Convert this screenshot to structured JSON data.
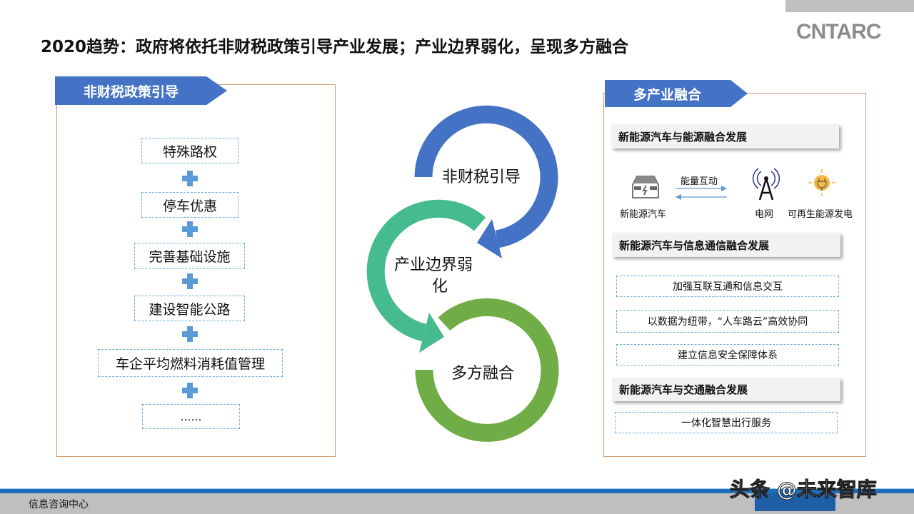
{
  "title": "2020趋势：政府将依托非财税政策引导产业发展；产业边界弱化，呈现多方融合",
  "logo": "CNTARC",
  "left": {
    "banner": "非财税政策引导",
    "items": [
      "特殊路权",
      "停车优惠",
      "完善基础设施",
      "建设智能公路",
      "车企平均燃料消耗值管理",
      "……"
    ]
  },
  "cycle": {
    "steps": [
      "非财税引导",
      "产业边界弱",
      "化",
      "多方融合"
    ],
    "colors": {
      "blue": "#4472c4",
      "teal": "#45bb8e",
      "green": "#70ad47"
    }
  },
  "right": {
    "banner": "多产业融合",
    "sections": [
      {
        "title": "新能源汽车与能源融合发展",
        "car": "新能源汽车",
        "arrow": "能量互动",
        "grid": "电网",
        "renewable": "可再生能源发电"
      },
      {
        "title": "新能源汽车与信息通信融合发展",
        "items": [
          "加强互联互通和信息交互",
          "以数据为纽带，“人车路云”高效协同",
          "建立信息安全保障体系"
        ]
      },
      {
        "title": "新能源汽车与交通融合发展",
        "items": [
          "一体化智慧出行服务"
        ]
      }
    ]
  },
  "footer": {
    "text": "信息咨询中心",
    "watermark": "头条 @未来智库"
  }
}
